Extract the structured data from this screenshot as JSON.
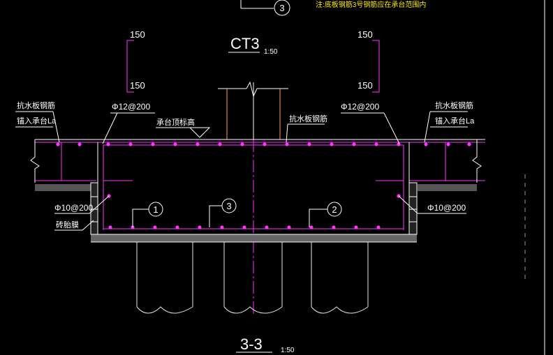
{
  "note_top": "注:底板钢筋3号钢筋应在承台范围内",
  "marker_top": "3",
  "title_ct": {
    "name": "CT3",
    "scale": "1:50"
  },
  "dims": {
    "top_left": "150",
    "bottom_left": "150",
    "top_right": "150",
    "bottom_right": "150"
  },
  "labels": {
    "left_waterproof_rebar": "抗水板钢筋",
    "left_anchor": "锚入承台La",
    "right_waterproof_rebar": "抗水板钢筋",
    "right_anchor": "锚入承台La",
    "left_top_rebar": "Φ12@200",
    "right_top_rebar": "Φ12@200",
    "cap_top_elev": "承台顶标高",
    "center_waterproof_rebar": "抗水板钢筋",
    "left_side_rebar": "Φ10@200",
    "right_side_rebar": "Φ10@200",
    "brick_mould": "砖胎膜"
  },
  "markers": {
    "m1": "1",
    "m2": "2",
    "m3": "3"
  },
  "section_title": {
    "name": "3-3",
    "scale": "1:50"
  },
  "colors": {
    "background": "#000000",
    "line": "#ffffff",
    "rebar": "#ff33ff",
    "note": "#ffea00",
    "pile_line": "#e6e6e6",
    "screed": "#8a8a8a"
  }
}
